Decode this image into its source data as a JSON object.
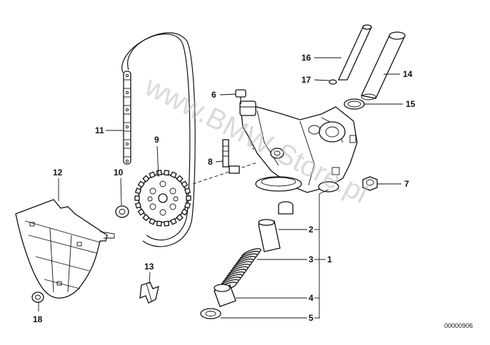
{
  "diagram": {
    "watermark": "www.BMW-Store.pl",
    "reference_code": "00000906",
    "callouts": [
      "1",
      "2",
      "3",
      "4",
      "5",
      "6",
      "7",
      "8",
      "9",
      "10",
      "11",
      "12",
      "13",
      "14",
      "15",
      "16",
      "17",
      "18"
    ]
  }
}
